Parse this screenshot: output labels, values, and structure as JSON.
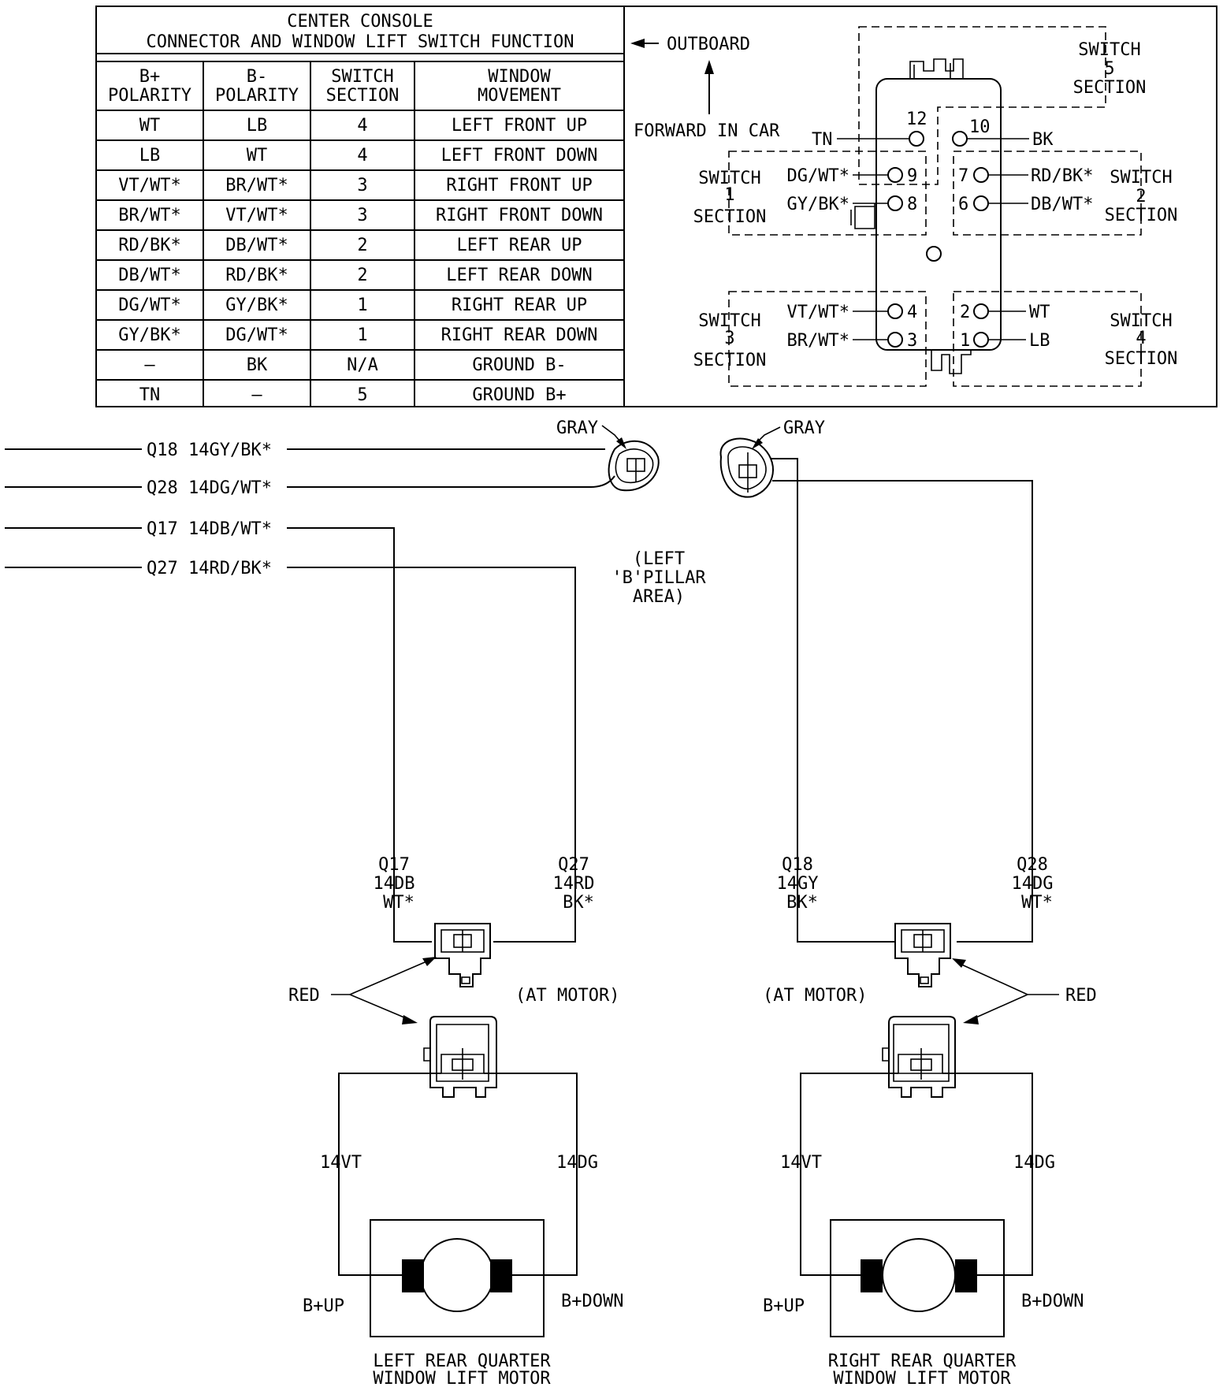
{
  "table": {
    "title": [
      "CENTER CONSOLE",
      "CONNECTOR AND WINDOW LIFT SWITCH FUNCTION"
    ],
    "headers": [
      [
        "B+",
        "POLARITY"
      ],
      [
        "B-",
        "POLARITY"
      ],
      [
        "SWITCH",
        "SECTION"
      ],
      [
        "WINDOW",
        "MOVEMENT"
      ]
    ],
    "rows": [
      [
        "WT",
        "LB",
        "4",
        "LEFT FRONT UP"
      ],
      [
        "LB",
        "WT",
        "4",
        "LEFT FRONT DOWN"
      ],
      [
        "VT/WT*",
        "BR/WT*",
        "3",
        "RIGHT FRONT UP"
      ],
      [
        "BR/WT*",
        "VT/WT*",
        "3",
        "RIGHT FRONT DOWN"
      ],
      [
        "RD/BK*",
        "DB/WT*",
        "2",
        "LEFT REAR UP"
      ],
      [
        "DB/WT*",
        "RD/BK*",
        "2",
        "LEFT REAR DOWN"
      ],
      [
        "DG/WT*",
        "GY/BK*",
        "1",
        "RIGHT REAR UP"
      ],
      [
        "GY/BK*",
        "DG/WT*",
        "1",
        "RIGHT REAR DOWN"
      ],
      [
        "—",
        "BK",
        "N/A",
        "GROUND B-"
      ],
      [
        "TN",
        "—",
        "5",
        "GROUND B+"
      ]
    ]
  },
  "switch_panel": {
    "outboard": "OUTBOARD",
    "forward": "FORWARD IN CAR",
    "section5": [
      "SWITCH",
      "5",
      "SECTION"
    ],
    "section1": [
      "SWITCH",
      "1",
      "SECTION"
    ],
    "section2": [
      "SWITCH",
      "2",
      "SECTION"
    ],
    "section3": [
      "SWITCH",
      "3",
      "SECTION"
    ],
    "section4": [
      "SWITCH",
      "4",
      "SECTION"
    ],
    "pins": [
      {
        "num": "12",
        "wire": "TN"
      },
      {
        "num": "10",
        "wire": "BK"
      },
      {
        "num": "9",
        "wire": "DG/WT*"
      },
      {
        "num": "8",
        "wire": "GY/BK*"
      },
      {
        "num": "7",
        "wire": "RD/BK*"
      },
      {
        "num": "6",
        "wire": "DB/WT*"
      },
      {
        "num": "4",
        "wire": "VT/WT*"
      },
      {
        "num": "3",
        "wire": "BR/WT*"
      },
      {
        "num": "2",
        "wire": "WT"
      },
      {
        "num": "1",
        "wire": "LB"
      }
    ]
  },
  "wiring": {
    "feed_wires": [
      "Q18 14GY/BK*",
      "Q28 14DG/WT*",
      "Q17 14DB/WT*",
      "Q27 14RD/BK*"
    ],
    "gray": "GRAY",
    "pillar_area": [
      "(LEFT",
      "'B'PILLAR",
      "AREA)"
    ],
    "left_labels": {
      "a": [
        "Q17",
        "14DB",
        "WT*"
      ],
      "b": [
        "Q27",
        "14RD",
        "BK*"
      ]
    },
    "right_labels": {
      "a": [
        "Q18",
        "14GY",
        "BK*"
      ],
      "b": [
        "Q28",
        "14DG",
        "WT*"
      ]
    },
    "red": "RED",
    "at_motor": "(AT MOTOR)",
    "motor_wires": [
      "14VT",
      "14DG"
    ],
    "bplus_up": "B+UP",
    "bplus_down": "B+DOWN",
    "left_motor": [
      "LEFT REAR QUARTER",
      "WINDOW LIFT MOTOR"
    ],
    "right_motor": [
      "RIGHT REAR QUARTER",
      "WINDOW LIFT MOTOR"
    ]
  }
}
